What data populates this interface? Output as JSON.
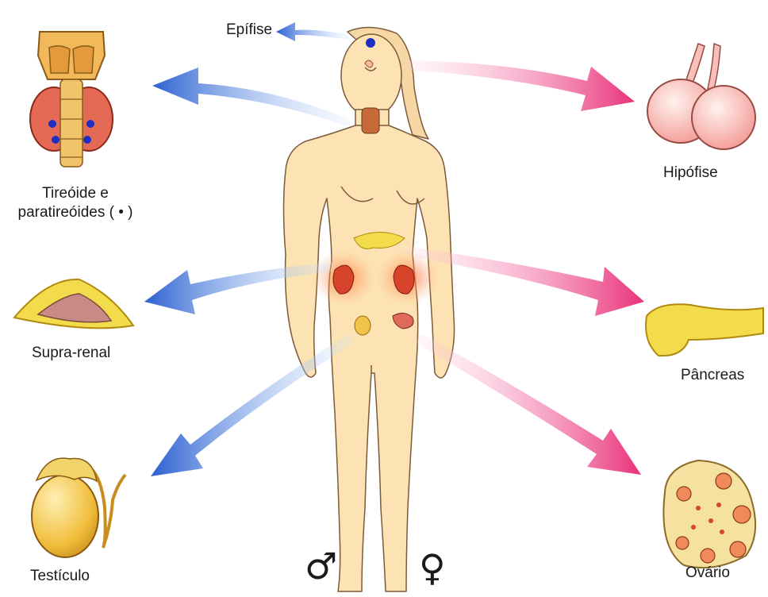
{
  "labels": {
    "epifise": "Epífise",
    "tireoide_line1": "Tireóide e",
    "tireoide_line2": "paratireóides ( • )",
    "hipofise": "Hipófise",
    "suprarrenal": "Supra-renal",
    "pancreas": "Pâncreas",
    "testiculo": "Testículo",
    "ovario": "Ovário"
  },
  "symbols": {
    "male": "♂",
    "female": "♀"
  },
  "colors": {
    "skin": "#fde3b4",
    "skin_outline": "#7a5a3a",
    "arrow_blue": "#2b5fd0",
    "arrow_pink": "#e8327a",
    "gland_yellow": "#f3dc4c",
    "gland_pink": "#f5a9a6",
    "kidney": "#d8432c",
    "dot_blue": "#1c2fc0"
  }
}
